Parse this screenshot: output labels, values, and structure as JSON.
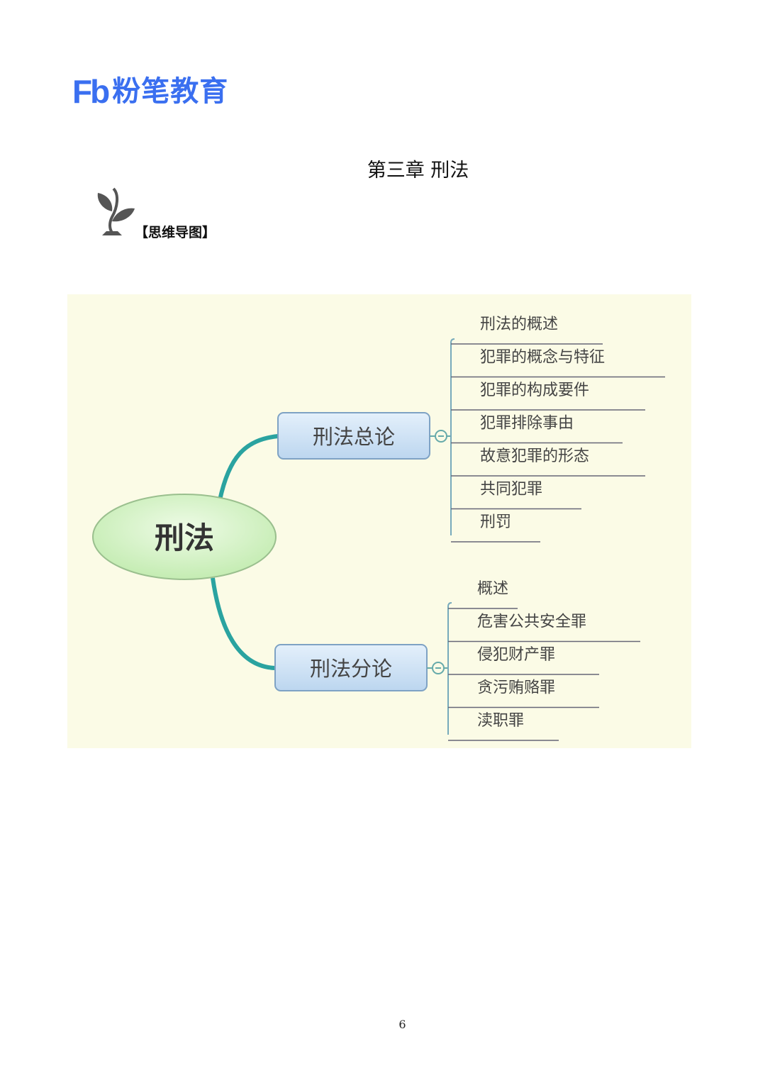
{
  "header": {
    "logo_mark": "Fb",
    "logo_text": "粉笔教育"
  },
  "title": "第三章  刑法",
  "section_label": "【思维导图】",
  "mindmap": {
    "root": "刑法",
    "branches": [
      {
        "label": "刑法总论",
        "children": [
          "刑法的概述",
          "犯罪的概念与特征",
          "犯罪的构成要件",
          "犯罪排除事由",
          "故意犯罪的形态",
          "共同犯罪",
          "刑罚"
        ]
      },
      {
        "label": "刑法分论",
        "children": [
          "概述",
          "危害公共安全罪",
          "侵犯财产罪",
          "贪污贿赂罪",
          "渎职罪"
        ]
      }
    ]
  },
  "colors": {
    "brand": "#3a6ff0",
    "map_bg": "#fbfbe6",
    "branch_line": "#2aa3a0",
    "node_fill": "#cfe3f5",
    "root_fill": "#d6f2c8"
  },
  "page_number": "6"
}
